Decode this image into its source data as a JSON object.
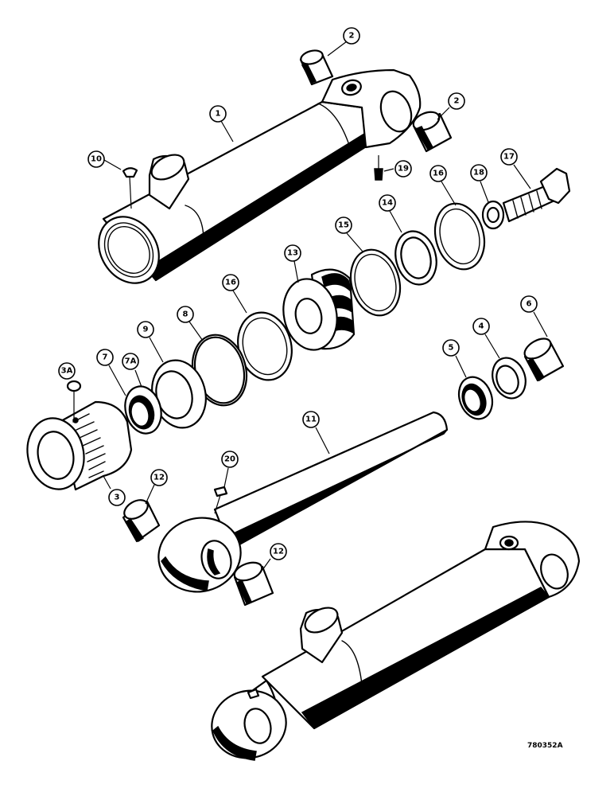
{
  "callouts": {
    "c1": "1",
    "c2a": "2",
    "c2b": "2",
    "c3": "3",
    "c3a": "3A",
    "c4": "4",
    "c5": "5",
    "c6": "6",
    "c7": "7",
    "c7a": "7A",
    "c8": "8",
    "c9": "9",
    "c10": "10",
    "c11": "11",
    "c12a": "12",
    "c12b": "12",
    "c13": "13",
    "c14": "14",
    "c15": "15",
    "c16a": "16",
    "c16b": "16",
    "c17": "17",
    "c18": "18",
    "c19": "19",
    "c20": "20"
  },
  "figure_id": "780352A"
}
